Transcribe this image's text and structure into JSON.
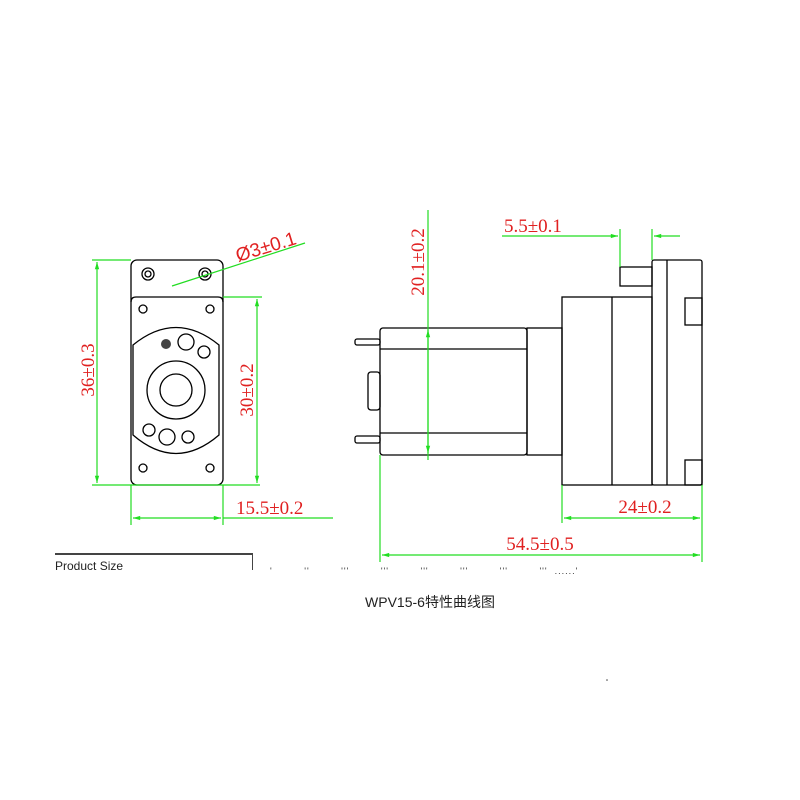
{
  "dimensions": {
    "total_height": "36±0.3",
    "body_height": "30±0.2",
    "width": "15.5±0.2",
    "hole_diameter": "Ø3±0.1",
    "motor_height": "20.1±0.2",
    "nozzle_length": "5.5±0.1",
    "pump_length": "24±0.2",
    "total_length": "54.5±0.5"
  },
  "section_label": "Product Size",
  "caption": "WPV15-6特性曲线图",
  "colors": {
    "dimension_line": "#22dd22",
    "dimension_text": "#e02020"
  }
}
